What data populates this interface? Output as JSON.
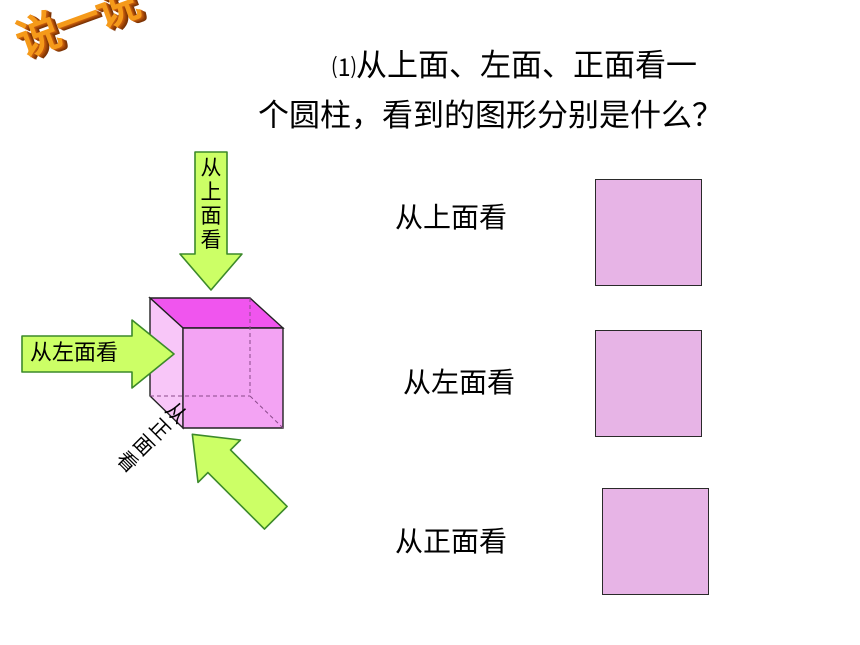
{
  "badge": {
    "text": "说一说"
  },
  "question": {
    "number": "⑴",
    "line1": "从上面、左面、正面看一",
    "line2": "个圆柱，看到的图形分别是什么？"
  },
  "arrows": {
    "top": [
      "从",
      "上",
      "面",
      "看"
    ],
    "left": "从左面看",
    "front": [
      "从",
      "正",
      "面",
      "看"
    ]
  },
  "views": [
    {
      "label": "从上面看"
    },
    {
      "label": "从左面看"
    },
    {
      "label": "从正面看"
    }
  ],
  "colors": {
    "arrow_fill": "#ccff66",
    "arrow_stroke": "#3c8a2a",
    "cube_front": "#f3a3f3",
    "cube_top": "#f055ee",
    "cube_side": "#f8c6f8",
    "view_box": "#e7b4e6",
    "badge": "#f59a1a"
  }
}
